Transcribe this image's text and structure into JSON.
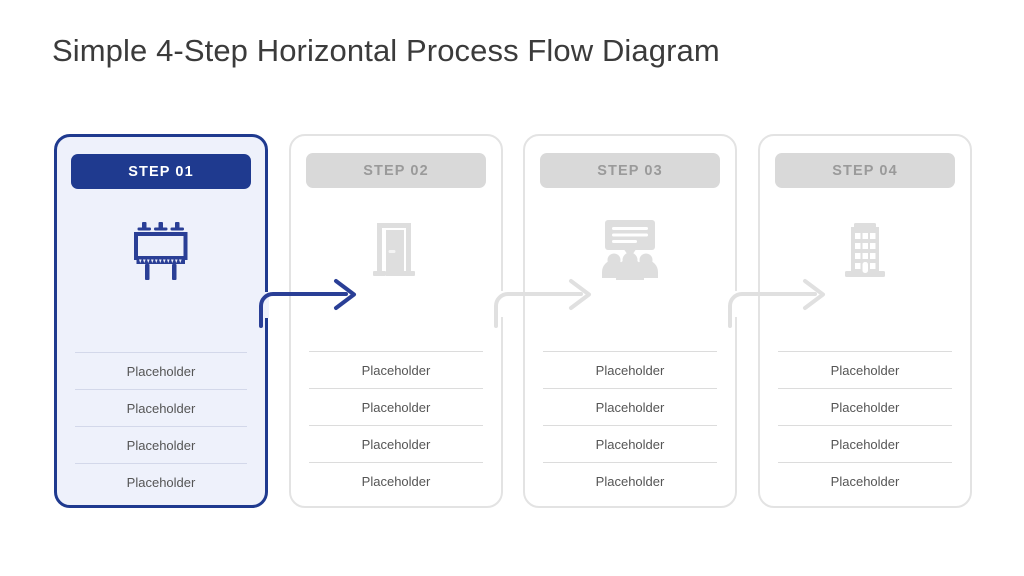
{
  "page": {
    "title": "Simple 4-Step Horizontal Process Flow Diagram",
    "background": "#ffffff",
    "accent_color": "#1f3a8f",
    "muted_color": "#d9d9d9"
  },
  "steps": [
    {
      "label": "STEP 01",
      "state": "active",
      "icon": "billboard-icon",
      "icon_color": "#2a3f96",
      "rows": [
        "Placeholder",
        "Placeholder",
        "Placeholder",
        "Placeholder"
      ]
    },
    {
      "label": "STEP 02",
      "state": "inactive",
      "icon": "open-door-icon",
      "icon_color": "#dedede",
      "rows": [
        "Placeholder",
        "Placeholder",
        "Placeholder",
        "Placeholder"
      ]
    },
    {
      "label": "STEP 03",
      "state": "inactive",
      "icon": "presentation-meeting-icon",
      "icon_color": "#dedede",
      "rows": [
        "Placeholder",
        "Placeholder",
        "Placeholder",
        "Placeholder"
      ]
    },
    {
      "label": "STEP 04",
      "state": "inactive",
      "icon": "office-building-icon",
      "icon_color": "#dedede",
      "rows": [
        "Placeholder",
        "Placeholder",
        "Placeholder",
        "Placeholder"
      ]
    }
  ],
  "connectors": [
    {
      "name": "arrow-step1-to-step2",
      "color": "#2a3f96"
    },
    {
      "name": "arrow-step2-to-step3",
      "color": "#e0e0e0"
    },
    {
      "name": "arrow-step3-to-step4",
      "color": "#e0e0e0"
    }
  ]
}
